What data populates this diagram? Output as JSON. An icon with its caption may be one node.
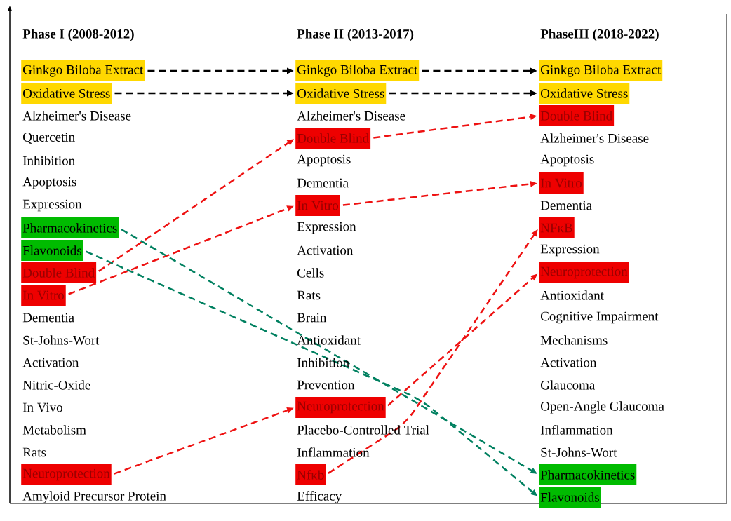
{
  "diagram": {
    "nodes": [
      {
        "text": [
          "Ginkgo Biloba Extract"
        ]
      },
      {
        "text": [
          "Oxidative Stress"
        ]
      },
      {
        "text": [
          "Pharmacokinetics"
        ]
      },
      {
        "text": [
          "Flavonoids"
        ]
      },
      {
        "text": [
          "Double Blind"
        ]
      },
      {
        "text": [
          "In Vitro"
        ]
      },
      {
        "text": [
          "Neuroprotection"
        ]
      },
      {
        "text": [
          "Ginkgo Biloba Extract"
        ]
      },
      {
        "text": [
          "Oxidative Stress"
        ]
      },
      {
        "text": [
          "Double Blind"
        ]
      },
      {
        "text": [
          "In Vitro"
        ]
      },
      {
        "text": [
          "Neuroprotection"
        ]
      },
      {
        "text": [
          "Nfκb"
        ]
      },
      {
        "text": [
          "Ginkgo Biloba Extract"
        ]
      },
      {
        "text": [
          "Oxidative Stress"
        ]
      },
      {
        "text": [
          "Double Blind"
        ]
      },
      {
        "text": [
          "In Vitro"
        ]
      },
      {
        "text": [
          "NFκB"
        ]
      },
      {
        "text": [
          "Neuroprotection"
        ]
      },
      {
        "text": [
          "Pharmacokinetics"
        ]
      },
      {
        "text": [
          "Flavonoids"
        ]
      }
    ],
    "edges": [
      {
        "from": 0,
        "to": 7,
        "arrow": "to",
        "style": "dashed",
        "color": "#000000"
      },
      {
        "from": 1,
        "to": 8,
        "arrow": "to",
        "style": "dashed",
        "color": "#000000"
      },
      {
        "from": 7,
        "to": 13,
        "arrow": "to",
        "style": "dashed",
        "color": "#000000"
      },
      {
        "from": 8,
        "to": 14,
        "arrow": "to",
        "style": "dashed",
        "color": "#000000"
      },
      {
        "from": 4,
        "to": 9,
        "arrow": "to",
        "style": "dashed",
        "color": "#ee1111"
      },
      {
        "from": 5,
        "to": 10,
        "arrow": "to",
        "style": "dashed",
        "color": "#ee1111"
      },
      {
        "from": 6,
        "to": 11,
        "arrow": "to",
        "style": "dashed",
        "color": "#ee1111"
      },
      {
        "from": 9,
        "to": 15,
        "arrow": "to",
        "style": "dashed",
        "color": "#ee1111"
      },
      {
        "from": 10,
        "to": 16,
        "arrow": "to",
        "style": "dashed",
        "color": "#ee1111"
      },
      {
        "from": 12,
        "to": 17,
        "arrow": "to",
        "style": "dashed",
        "color": "#ee1111"
      },
      {
        "from": 11,
        "to": 18,
        "arrow": "to",
        "style": "dashed",
        "color": "#ee1111"
      },
      {
        "from": 2,
        "to": 19,
        "arrow": "to",
        "style": "dashed",
        "color": "#008060"
      },
      {
        "from": 3,
        "to": 20,
        "arrow": "to",
        "style": "dashed",
        "color": "#008060"
      }
    ],
    "labels": [
      "Phase I (2008-2012)",
      "Alzheimer's Disease",
      "Quercetin",
      "Inhibition",
      "Apoptosis",
      "Expression",
      "Dementia",
      "St-Johns-Wort",
      "Activation",
      "Nitric-Oxide",
      "In Vivo",
      "Metabolism",
      "Rats",
      "Amyloid Precursor Protein",
      "Phase II (2013-2017)",
      "Alzheimer's Disease",
      "Apoptosis",
      "Dementia",
      "Expression",
      "Activation",
      "Cells",
      "Rats",
      "Brain",
      "Antioxidant",
      "Inhibition",
      "Prevention",
      "Placebo-Controlled Trial",
      "Inflammation",
      "Efficacy",
      "PhaseIII (2018-2022)",
      "Alzheimer's Disease",
      "Apoptosis",
      "Dementia",
      "Expression",
      "Antioxidant",
      "Cognitive Impairment",
      "Mechanisms",
      "Activation",
      "Glaucoma",
      "Open-Angle Glaucoma",
      "Inflammation",
      "St-Johns-Wort"
    ]
  }
}
